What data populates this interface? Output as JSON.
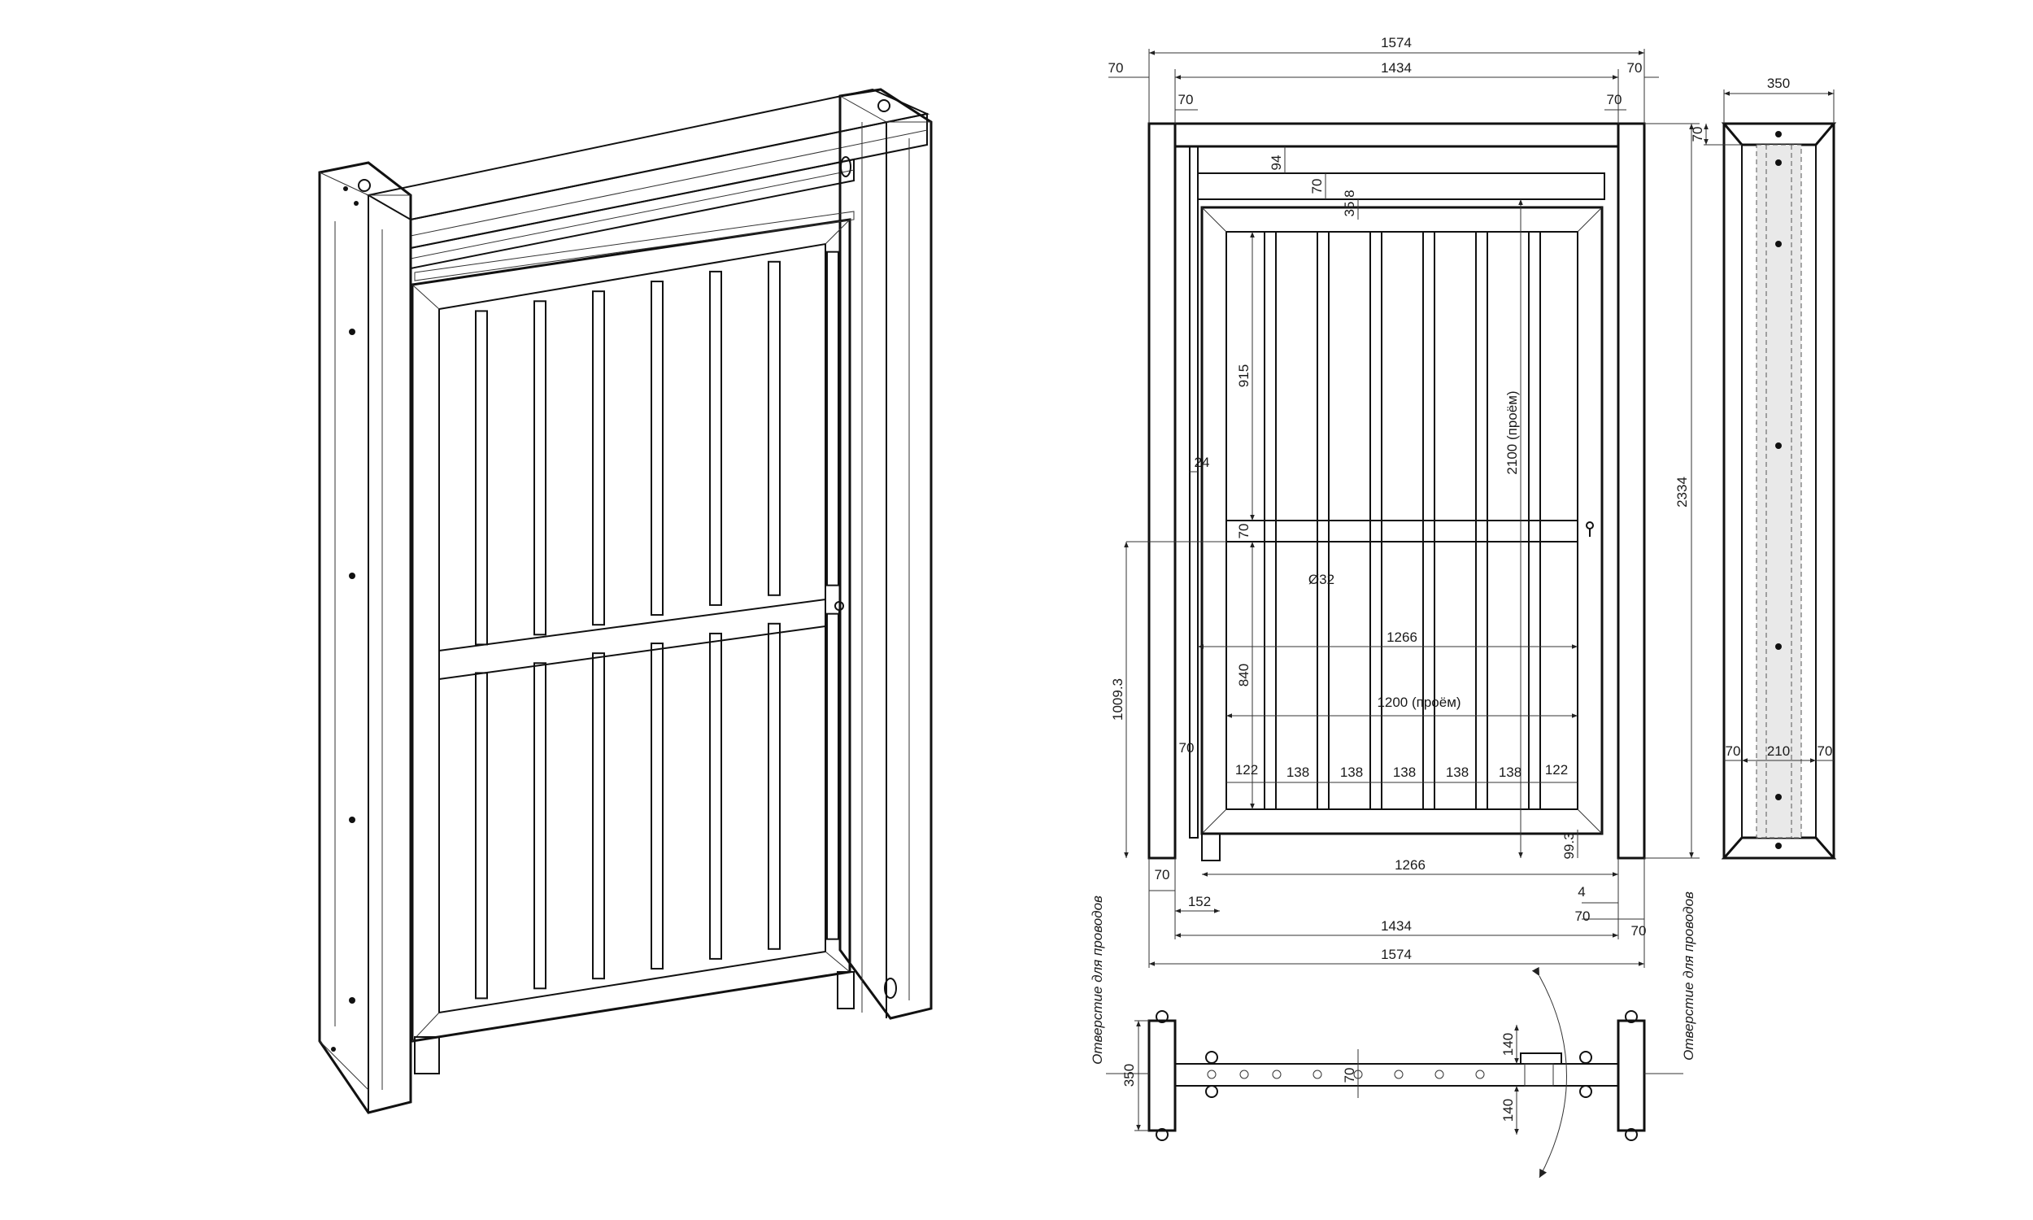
{
  "front": {
    "dims": {
      "overall_width": "1574",
      "inner_width": "1434",
      "post_left": "70",
      "post_right": "70",
      "post_inner_left": "70",
      "post_inner_right": "70",
      "top_gap": "94",
      "beam": "70",
      "gap_35": "35.8",
      "h915": "915",
      "opening_h": "2100 (проём)",
      "gap24": "24",
      "crossbar": "70",
      "rod_dia": "Ø32",
      "h1009": "1009.3",
      "w1266_mid": "1266",
      "h840": "840",
      "opening_w": "1200 (проём)",
      "post_foot": "70",
      "edge122_l": "122",
      "edge122_r": "122",
      "h99": "99.3",
      "w1266_bottom": "1266",
      "foot70": "70",
      "w152": "152",
      "gap4": "4",
      "r70a": "70",
      "b1434": "1434",
      "r70b": "70",
      "b1574": "1574",
      "h2334": "2334"
    },
    "spacings": [
      "138",
      "138",
      "138",
      "138",
      "138"
    ]
  },
  "side": {
    "width": "350",
    "top": "70",
    "left": "70",
    "center": "210",
    "right": "70"
  },
  "plan": {
    "depth": "350",
    "beam": "70",
    "upper": "140",
    "lower": "140",
    "note_left": "Отверстие для проводов",
    "note_right": "Отверстие для проводов"
  }
}
